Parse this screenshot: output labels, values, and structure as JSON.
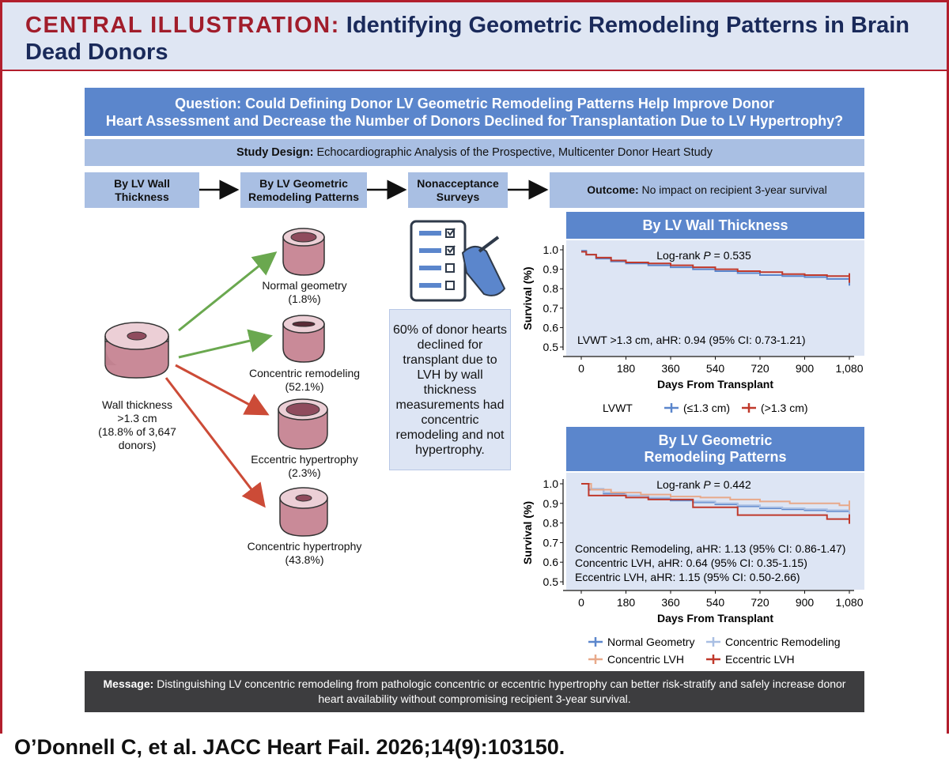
{
  "header": {
    "label": "CENTRAL ILLUSTRATION:",
    "title": "Identifying Geometric Remodeling Patterns in Brain Dead Donors"
  },
  "question": {
    "line1": "Question: Could Defining Donor LV Geometric Remodeling Patterns Help Improve Donor",
    "line2": "Heart Assessment and Decrease the Number of Donors Declined for Transplantation Due to LV Hypertrophy?"
  },
  "study_design": {
    "label": "Study Design:",
    "text": "Echocardiographic Analysis of the Prospective, Multicenter Donor Heart Study"
  },
  "steps": {
    "s1": "By LV Wall Thickness",
    "s2": "By LV Geometric Remodeling Patterns",
    "s3": "Nonacceptance Surveys",
    "outcome_label": "Outcome:",
    "outcome_text": "No impact on recipient 3-year survival"
  },
  "hearts": {
    "main_line1": "Wall thickness",
    "main_line2": ">1.3 cm",
    "main_line3": "(18.8% of 3,647",
    "main_line4": "donors)",
    "normal_name": "Normal geometry",
    "normal_pct": "(1.8%)",
    "concentric_rem_name": "Concentric remodeling",
    "concentric_rem_pct": "(52.1%)",
    "eccentric_name": "Eccentric hypertrophy",
    "eccentric_pct": "(2.3%)",
    "concentric_hyp_name": "Concentric hypertrophy",
    "concentric_hyp_pct": "(43.8%)"
  },
  "callout": "60% of donor hearts declined for transplant due to LVH by wall thickness measurements had concentric remodeling and not hypertrophy.",
  "colors": {
    "accent_red": "#b21f2d",
    "panel_blue": "#5b86cc",
    "light_blue": "#a9bfe3",
    "green_arrow": "#6aa84f",
    "red_arrow": "#cc4b37"
  },
  "chart_data": [
    {
      "type": "line",
      "title": "By LV Wall Thickness",
      "xlabel": "Days From Transplant",
      "ylabel": "Survival (%)",
      "xlim": [
        0,
        1080
      ],
      "ylim": [
        0.5,
        1.0
      ],
      "xticks": [
        0,
        180,
        360,
        540,
        720,
        900,
        1080
      ],
      "xtick_labels": [
        "0",
        "180",
        "360",
        "540",
        "720",
        "900",
        "1,080"
      ],
      "yticks": [
        1.0,
        0.9,
        0.8,
        0.7,
        0.6,
        0.5
      ],
      "ytick_labels": [
        "1.0",
        "0.9",
        "0.8",
        "0.7",
        "0.6",
        "0.5"
      ],
      "annotation_logrank": "Log-rank P = 0.535",
      "annotations": [
        "LVWT >1.3 cm, aHR: 0.94 (95% CI: 0.73-1.21)"
      ],
      "legend_title": "LVWT",
      "series": [
        {
          "name": "(≤1.3 cm)",
          "color": "#5b86cc",
          "x": [
            0,
            20,
            60,
            120,
            180,
            270,
            360,
            450,
            540,
            630,
            720,
            810,
            900,
            990,
            1080
          ],
          "y": [
            0.995,
            0.975,
            0.955,
            0.94,
            0.93,
            0.92,
            0.91,
            0.9,
            0.89,
            0.88,
            0.87,
            0.865,
            0.86,
            0.85,
            0.84
          ]
        },
        {
          "name": "(>1.3 cm)",
          "color": "#c0392b",
          "x": [
            0,
            20,
            60,
            120,
            180,
            270,
            360,
            450,
            540,
            630,
            720,
            810,
            900,
            990,
            1080
          ],
          "y": [
            0.99,
            0.975,
            0.96,
            0.945,
            0.935,
            0.93,
            0.92,
            0.91,
            0.9,
            0.89,
            0.885,
            0.875,
            0.87,
            0.865,
            0.855
          ]
        }
      ]
    },
    {
      "type": "line",
      "title": "By LV Geometric Remodeling Patterns",
      "xlabel": "Days From Transplant",
      "ylabel": "Survival (%)",
      "xlim": [
        0,
        1080
      ],
      "ylim": [
        0.5,
        1.0
      ],
      "xticks": [
        0,
        180,
        360,
        540,
        720,
        900,
        1080
      ],
      "xtick_labels": [
        "0",
        "180",
        "360",
        "540",
        "720",
        "900",
        "1,080"
      ],
      "yticks": [
        1.0,
        0.9,
        0.8,
        0.7,
        0.6,
        0.5
      ],
      "ytick_labels": [
        "1.0",
        "0.9",
        "0.8",
        "0.7",
        "0.6",
        "0.5"
      ],
      "annotation_logrank": "Log-rank P = 0.442",
      "annotations": [
        "Concentric Remodeling, aHR: 1.13 (95% CI: 0.86-1.47)",
        "Concentric LVH, aHR: 0.64 (95% CI: 0.35-1.15)",
        "Eccentric LVH, aHR: 1.15 (95% CI: 0.50-2.66)"
      ],
      "series": [
        {
          "name": "Normal Geometry",
          "color": "#5b86cc",
          "x": [
            0,
            30,
            90,
            180,
            270,
            360,
            450,
            540,
            630,
            720,
            810,
            900,
            990,
            1080
          ],
          "y": [
            1.0,
            0.97,
            0.95,
            0.94,
            0.925,
            0.915,
            0.905,
            0.895,
            0.885,
            0.875,
            0.87,
            0.865,
            0.86,
            0.855
          ]
        },
        {
          "name": "Concentric Remodeling",
          "color": "#a9bfe3",
          "x": [
            0,
            30,
            90,
            180,
            270,
            360,
            450,
            540,
            630,
            720,
            810,
            900,
            990,
            1080
          ],
          "y": [
            1.0,
            0.975,
            0.955,
            0.94,
            0.93,
            0.92,
            0.91,
            0.9,
            0.89,
            0.88,
            0.875,
            0.87,
            0.865,
            0.86
          ]
        },
        {
          "name": "Concentric LVH",
          "color": "#e8a98a",
          "x": [
            0,
            40,
            120,
            240,
            360,
            480,
            600,
            720,
            840,
            960,
            1040,
            1080
          ],
          "y": [
            1.0,
            0.97,
            0.955,
            0.945,
            0.935,
            0.93,
            0.92,
            0.91,
            0.9,
            0.9,
            0.89,
            0.89
          ]
        },
        {
          "name": "Eccentric LVH",
          "color": "#c0392b",
          "x": [
            0,
            30,
            90,
            180,
            270,
            360,
            450,
            540,
            630,
            720,
            810,
            900,
            990,
            1080
          ],
          "y": [
            1.0,
            0.94,
            0.94,
            0.93,
            0.92,
            0.92,
            0.88,
            0.88,
            0.84,
            0.84,
            0.84,
            0.84,
            0.82,
            0.82
          ]
        }
      ]
    }
  ],
  "message": {
    "label": "Message:",
    "text": "Distinguishing LV concentric remodeling from pathologic concentric or eccentric hypertrophy can better risk-stratify and safely increase donor heart availability without compromising recipient 3-year survival."
  },
  "citation": "O’Donnell C, et al. JACC Heart Fail. 2026;14(9):103150."
}
